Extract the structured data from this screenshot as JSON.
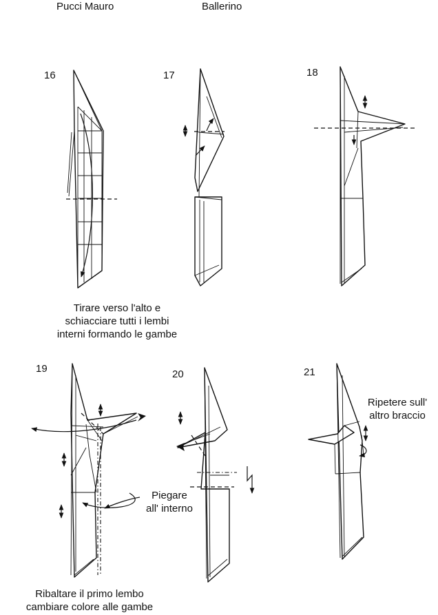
{
  "header": {
    "author": "Pucci Mauro",
    "model": "Ballerino"
  },
  "steps": [
    {
      "number": "16"
    },
    {
      "number": "17"
    },
    {
      "number": "18"
    },
    {
      "number": "19"
    },
    {
      "number": "20"
    },
    {
      "number": "21"
    }
  ],
  "captions": {
    "top_line1": "Tirare verso l'alto e",
    "top_line2": "schiacciare tutti i lembi",
    "top_line3": "interni formando le gambe",
    "piegare_line1": "Piegare",
    "piegare_line2": "all' interno",
    "ripetere_line1": "Ripetere sull'",
    "ripetere_line2": "altro braccio",
    "bottom_line1": "Ribaltare il primo lembo",
    "bottom_line2": "cambiare colore alle gambe"
  }
}
